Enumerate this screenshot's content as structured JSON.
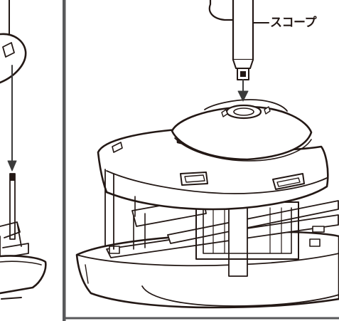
{
  "figure": {
    "callout_label": "スコープ"
  },
  "colors": {
    "ink": "#231815",
    "paper": "#ffffff",
    "divider": "#58595b",
    "arrow": "#3b3b3b"
  },
  "icons": [
    "scoop-tool",
    "down-arrow",
    "appliance-lid",
    "filter-basket",
    "base-bowl"
  ]
}
